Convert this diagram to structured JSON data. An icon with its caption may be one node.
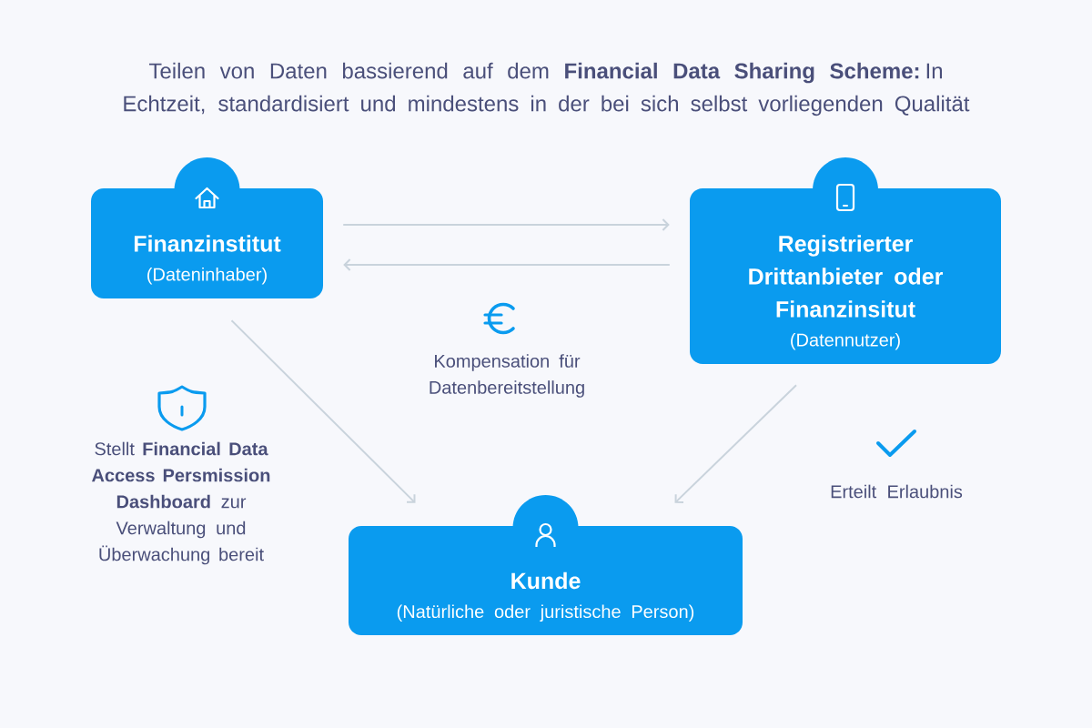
{
  "diagram": {
    "title": "Teilen von Daten bassierend auf dem **Financial Data Sharing Scheme:** In Echtzeit, standardisiert und mindestens in der bei sich selbst vorliegenden Qualität",
    "nodes": [
      {
        "text": [
          "Finanzinstitut",
          "(Dateninhaber)"
        ]
      },
      {
        "text": [
          "Registrierter Drittanbieter oder Finanzinsitut",
          "(Datennutzer)"
        ]
      },
      {
        "text": [
          "Kunde",
          "(Natürliche oder juristische Person)"
        ]
      }
    ],
    "edges": [
      {
        "from": 0,
        "to": 1,
        "arrow": "to"
      },
      {
        "from": 1,
        "to": 0,
        "arrow": "to"
      },
      {
        "from": 0,
        "to": 2,
        "arrow": "to"
      },
      {
        "from": 1,
        "to": 2,
        "arrow": "to"
      }
    ],
    "labels": [
      "Kompensation für Datenbereitstellung",
      "Stellt **Financial Data Access Persmission Dashboard** zur Verwaltung und Überwachung bereit",
      "Erteilt Erlaubnis"
    ]
  }
}
